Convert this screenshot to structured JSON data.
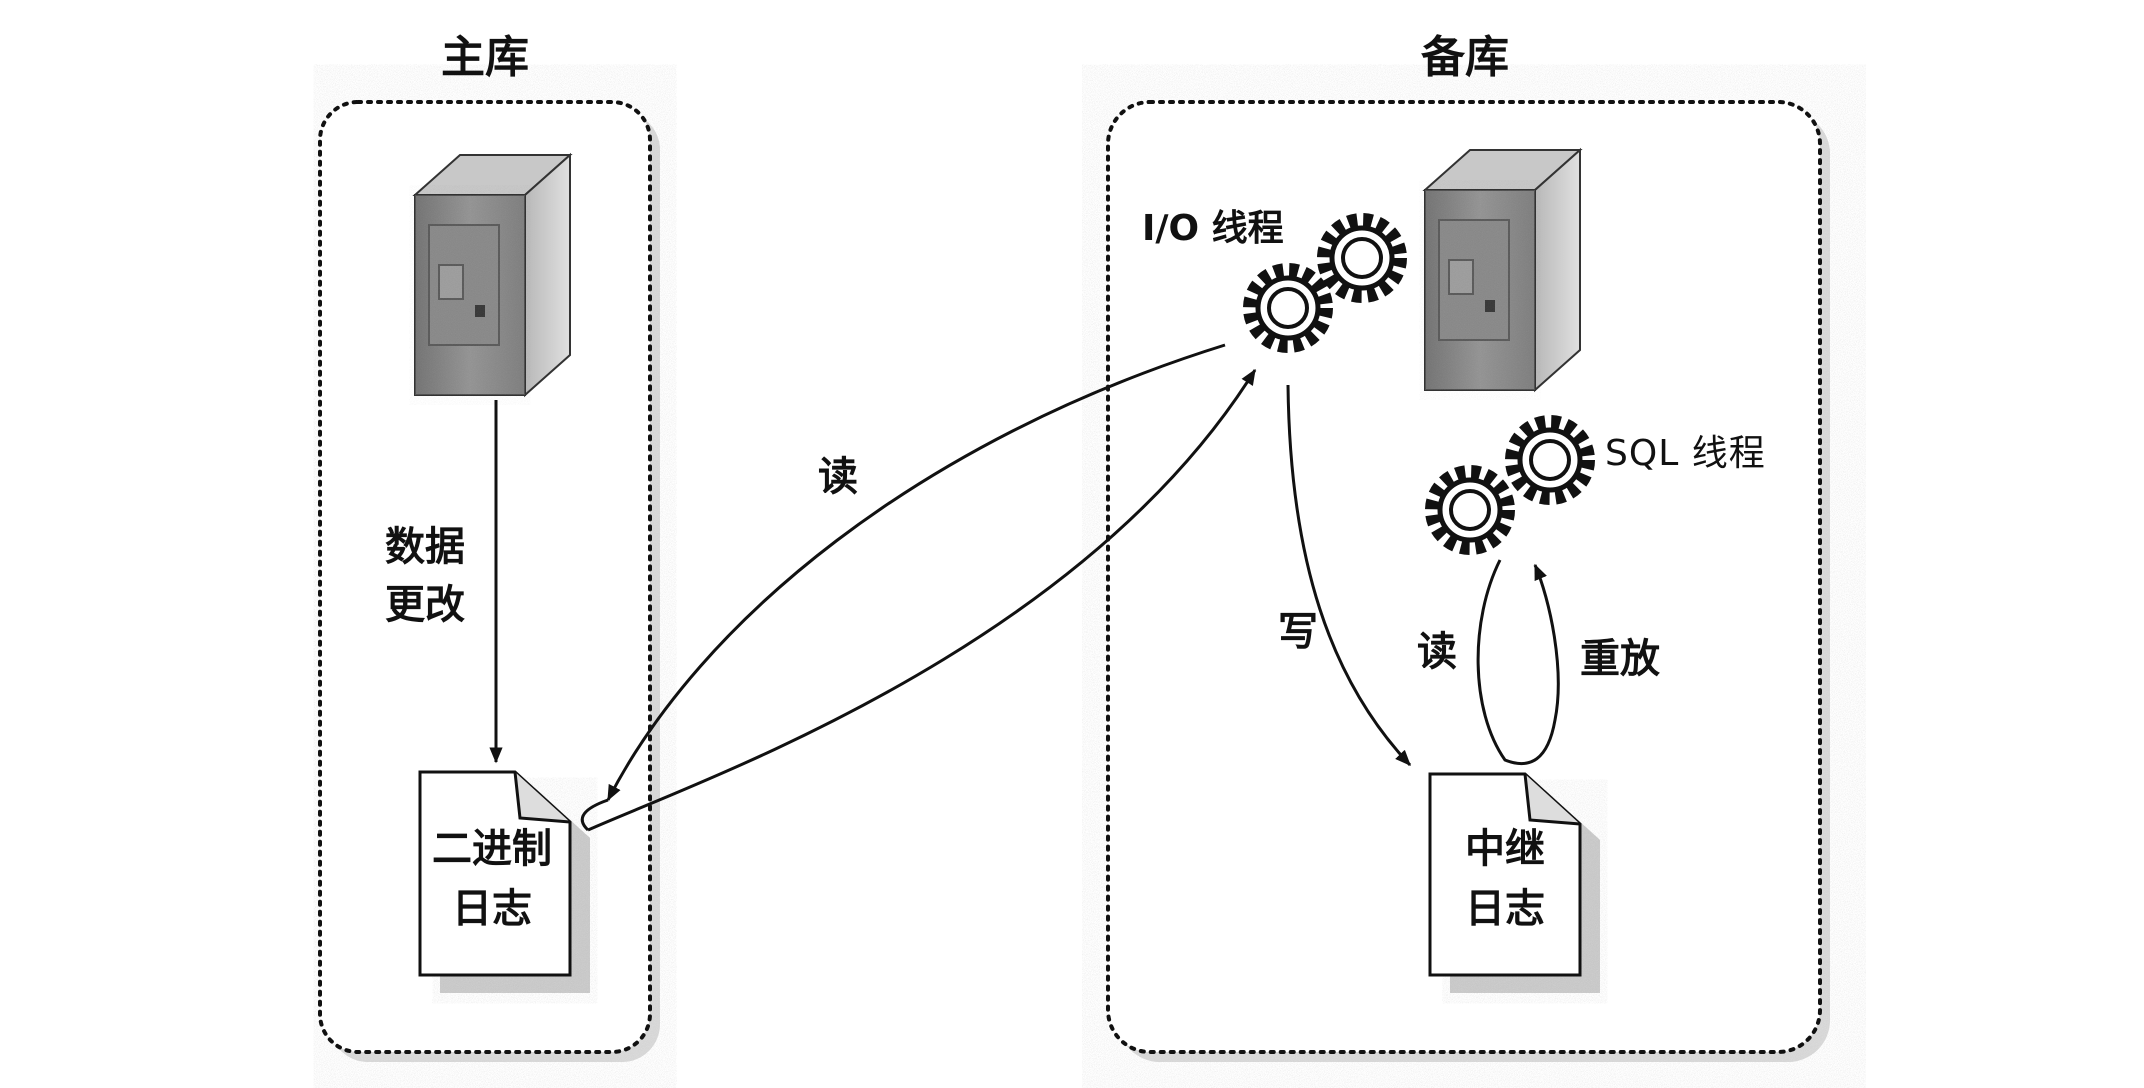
{
  "master": {
    "title": "主库",
    "arrow_label_line1": "数据",
    "arrow_label_line2": "更改",
    "binlog_line1": "二进制",
    "binlog_line2": "日志"
  },
  "replica": {
    "title": "备库",
    "io_thread": "I/O 线程",
    "sql_thread": "SQL 线程",
    "write_label": "写",
    "read_label": "读",
    "replay_label": "重放",
    "relaylog_line1": "中继",
    "relaylog_line2": "日志"
  },
  "cross_read_label": "读"
}
